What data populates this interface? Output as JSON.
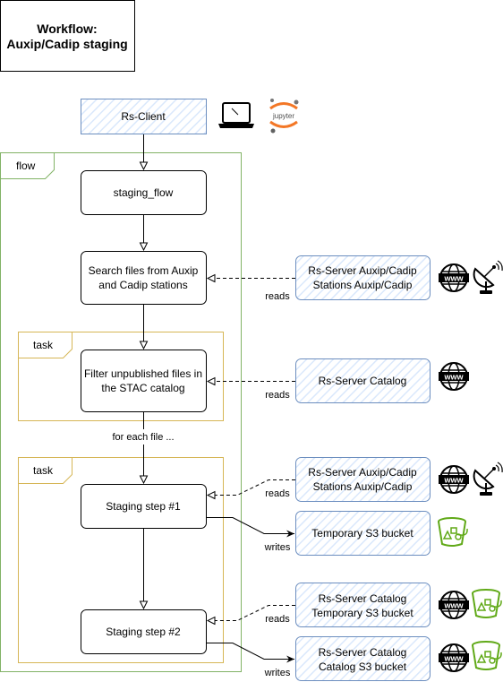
{
  "title": [
    "Workflow:",
    "Auxip/Cadip staging"
  ],
  "colors": {
    "flow_border": "#82b366",
    "task_border": "#d6b656",
    "service_border": "#6c8ebf",
    "hatch": "#dae8fc",
    "bucket": "#60a917",
    "text": "#000000"
  },
  "client": {
    "label": "Rs-Client",
    "laptop_icon": "laptop-icon",
    "jupyter_icon": "jupyter-icon",
    "jupyter_text": "jupyter"
  },
  "containers": {
    "flow": "flow",
    "task1": "task",
    "task2": "task"
  },
  "steps": {
    "staging_flow": [
      "staging_flow"
    ],
    "search": [
      "Search files from Auxip",
      "and Cadip stations"
    ],
    "filter": [
      "Filter unpublished files in",
      "the STAC catalog"
    ],
    "staging1": [
      "Staging step #1"
    ],
    "staging2": [
      "Staging step #2"
    ]
  },
  "loop_label": "for each file ...",
  "services": {
    "s1": [
      "Rs-Server Auxip/Cadip",
      "Stations Auxip/Cadip"
    ],
    "s2": [
      "Rs-Server Catalog"
    ],
    "s3": [
      "Rs-Server Auxip/Cadip",
      "Stations Auxip/Cadip"
    ],
    "s4": [
      "Temporary S3 bucket"
    ],
    "s5": [
      "Rs-Server Catalog",
      "Temporary S3 bucket"
    ],
    "s6": [
      "Rs-Server Catalog",
      "Catalog S3 bucket"
    ]
  },
  "edge_labels": {
    "reads": "reads",
    "writes": "writes"
  },
  "icons": [
    "www-icon",
    "satellite-dish-icon",
    "s3-bucket-icon"
  ]
}
